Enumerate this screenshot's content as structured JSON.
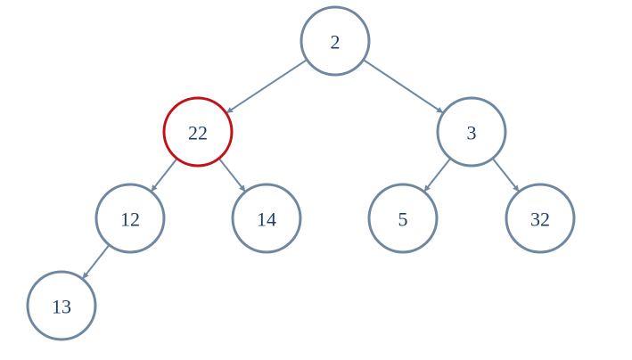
{
  "colors": {
    "node_stroke": "#6e88a2",
    "highlight_stroke": "#c0121b",
    "edge": "#6e88a2",
    "label": "#1c3d66",
    "background": "#ffffff"
  },
  "nodes": [
    {
      "id": "n2",
      "label": "2",
      "highlighted": false
    },
    {
      "id": "n22",
      "label": "22",
      "highlighted": true
    },
    {
      "id": "n3",
      "label": "3",
      "highlighted": false
    },
    {
      "id": "n12",
      "label": "12",
      "highlighted": false
    },
    {
      "id": "n14",
      "label": "14",
      "highlighted": false
    },
    {
      "id": "n5",
      "label": "5",
      "highlighted": false
    },
    {
      "id": "n32",
      "label": "32",
      "highlighted": false
    },
    {
      "id": "n13",
      "label": "13",
      "highlighted": false
    }
  ],
  "edges": [
    {
      "from": "n2",
      "to": "n22"
    },
    {
      "from": "n2",
      "to": "n3"
    },
    {
      "from": "n22",
      "to": "n12"
    },
    {
      "from": "n22",
      "to": "n14"
    },
    {
      "from": "n3",
      "to": "n5"
    },
    {
      "from": "n3",
      "to": "n32"
    },
    {
      "from": "n12",
      "to": "n13"
    }
  ]
}
